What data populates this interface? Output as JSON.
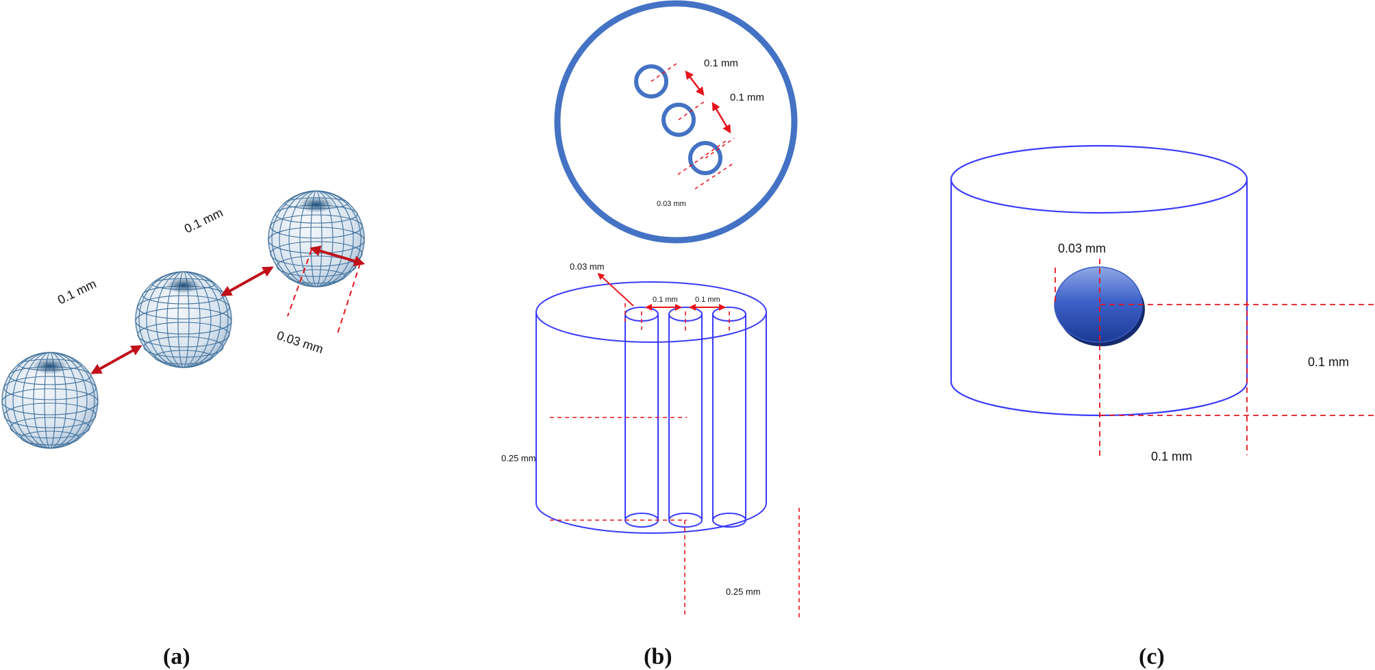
{
  "colors": {
    "outline_blue": "#3a3aff",
    "ring_blue": "#4472c4",
    "dim_red": "#e8141c",
    "sphere_mesh": "#3f6f9a",
    "sphere_fill": "#dfe9f2"
  },
  "panel_a": {
    "label": "(a)",
    "dim_gap_1": "0.1 mm",
    "dim_gap_2": "0.1 mm",
    "dim_diameter": "0.03 mm"
  },
  "panel_b": {
    "label": "(b)",
    "top_gap_1": "0.1 mm",
    "top_gap_2": "0.1 mm",
    "top_diameter": "0.03 mm",
    "cyl_diameter": "0.03 mm",
    "cyl_gap_1": "0.1 mm",
    "cyl_gap_2": "0.1 mm",
    "height": "0.25 mm",
    "width": "0.25 mm"
  },
  "panel_c": {
    "label": "(c)",
    "diameter": "0.03 mm",
    "height": "0.1 mm",
    "width": "0.1 mm"
  }
}
